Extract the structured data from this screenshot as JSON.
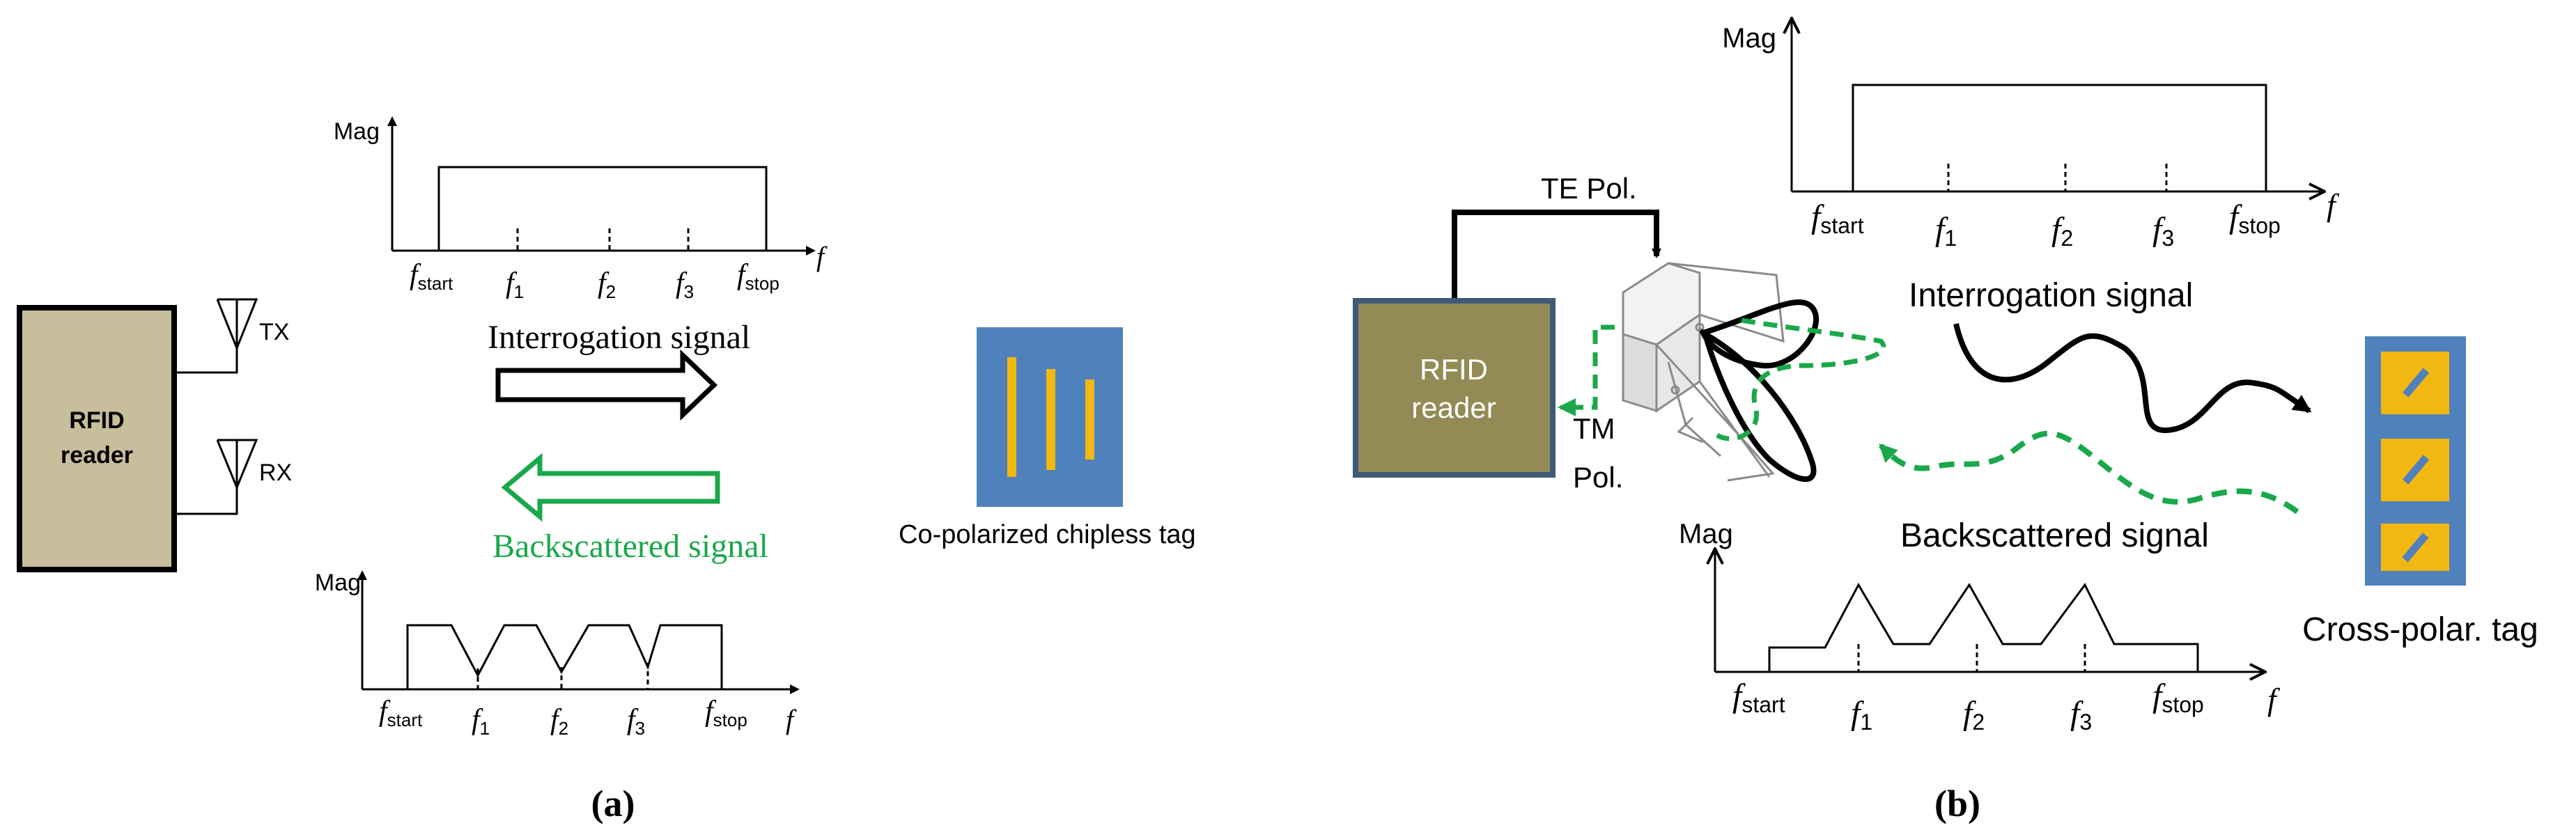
{
  "panel_a": {
    "reader_label": [
      "RFID",
      "reader"
    ],
    "tx_label": "TX",
    "rx_label": "RX",
    "interrogation_label": "Interrogation signal",
    "backscatter_label": "Backscattered signal",
    "tag_label": "Co-polarized chipless tag",
    "caption": "(a)",
    "top_spectrum": {
      "ylabel": "Mag",
      "xlabel": "f",
      "ticks": [
        {
          "base": "f",
          "sub": "start"
        },
        {
          "base": "f",
          "sub": "1"
        },
        {
          "base": "f",
          "sub": "2"
        },
        {
          "base": "f",
          "sub": "3"
        },
        {
          "base": "f",
          "sub": "stop"
        }
      ]
    },
    "bottom_spectrum": {
      "ylabel": "Mag",
      "xlabel": "f",
      "ticks": [
        {
          "base": "f",
          "sub": "start"
        },
        {
          "base": "f",
          "sub": "1"
        },
        {
          "base": "f",
          "sub": "2"
        },
        {
          "base": "f",
          "sub": "3"
        },
        {
          "base": "f",
          "sub": "stop"
        }
      ]
    }
  },
  "panel_b": {
    "reader_label": [
      "RFID",
      "reader"
    ],
    "te_label": "TE Pol.",
    "tm_label": [
      "TM",
      "Pol."
    ],
    "interrogation_label": "Interrogation signal",
    "backscatter_label": "Backscattered signal",
    "tag_label": "Cross-polar. tag",
    "caption": "(b)",
    "top_spectrum": {
      "ylabel": "Mag",
      "xlabel": "f",
      "ticks": [
        {
          "base": "f",
          "sub": "start"
        },
        {
          "base": "f",
          "sub": "1"
        },
        {
          "base": "f",
          "sub": "2"
        },
        {
          "base": "f",
          "sub": "3"
        },
        {
          "base": "f",
          "sub": "stop"
        }
      ]
    },
    "bottom_spectrum": {
      "ylabel": "Mag",
      "xlabel": "f",
      "ticks": [
        {
          "base": "f",
          "sub": "start"
        },
        {
          "base": "f",
          "sub": "1"
        },
        {
          "base": "f",
          "sub": "2"
        },
        {
          "base": "f",
          "sub": "3"
        },
        {
          "base": "f",
          "sub": "stop"
        }
      ]
    }
  },
  "colors": {
    "reader_a_fill": "#c8be9b",
    "reader_b_fill": "#938a55",
    "reader_b_border": "#3f5a78",
    "tag_blue": "#4f81bd",
    "tag_yellow": "#f2b711",
    "green": "#1aa84a",
    "black": "#000000"
  }
}
